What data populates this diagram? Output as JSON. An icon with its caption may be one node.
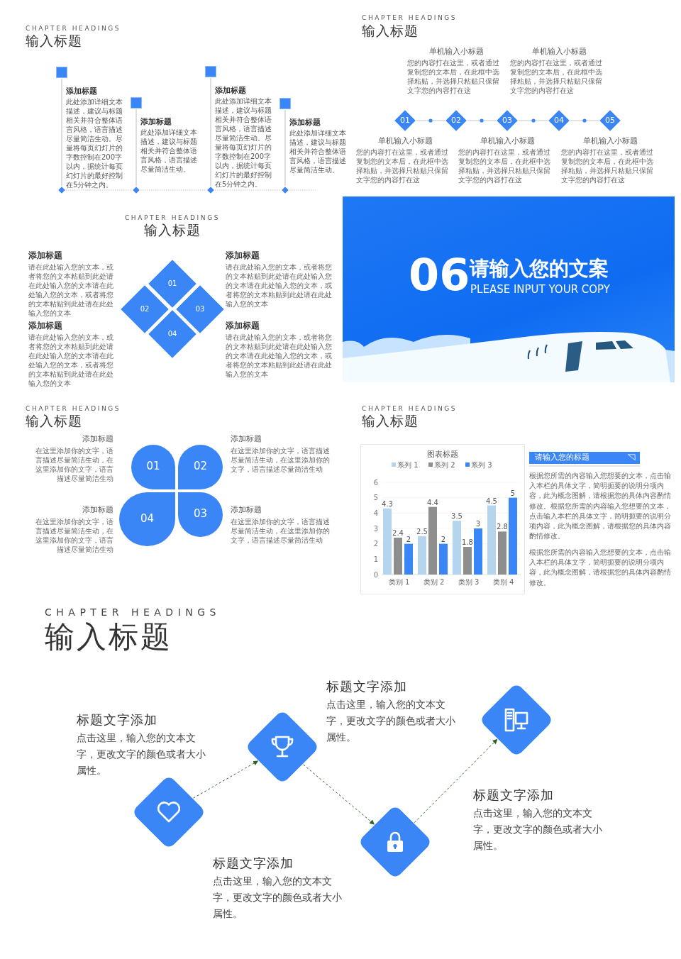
{
  "diagram": {
    "nodes": [
      {
        "text": [],
        "shape": "box",
        "beside": [
          "添加标题",
          "此处添加详细文本描述，建议与标题相关并符合整体语言风格，语言描述尽量简洁生动。尽量将每页幻灯片的字数控制在200字以内，据统计每页幻灯片的最好控制在5分钟之内。"
        ]
      },
      {
        "text": [],
        "shape": "box",
        "beside": [
          "添加标题",
          "此处添加详细文本描述，建议与标题相关并符合整体语言风格，语言描述尽量简洁生动。"
        ]
      },
      {
        "text": [],
        "shape": "box",
        "beside": [
          "添加标题",
          "此处添加详细文本描述，建议与标题相关并符合整体语言风格，语言描述尽量简洁生动。尽量将每页幻灯片的字数控制在200字以内，据统计每页幻灯片的最好控制在5分钟之内。"
        ]
      },
      {
        "text": [],
        "shape": "box",
        "beside": [
          "添加标题",
          "此处添加详细文本描述，建议与标题相关并符合整体语言风格，语言描述尽量简洁生动。"
        ]
      },
      {
        "text": [],
        "shape": "diamond"
      },
      {
        "text": [],
        "shape": "diamond"
      },
      {
        "text": [],
        "shape": "diamond"
      },
      {
        "text": [],
        "shape": "diamond"
      },
      {
        "text": [
          "01"
        ],
        "beside": [
          "单机输入小标题",
          "您的内容打在这里，或者通过复制您的文本后，在此框中选择粘贴，并选择只粘贴只保留文字您的内容打在这"
        ]
      },
      {
        "text": [
          "02"
        ],
        "beside": [
          "单机输入小标题",
          "您的内容打在这里，或者通过复制您的文本后，在此框中选择粘贴，并选择只粘贴只保留文字您的内容打在这"
        ]
      },
      {
        "text": [
          "03"
        ],
        "beside": [
          "单机输入小标题",
          "您的内容打在这里，或者通过复制您的文本后，在此框中选择粘贴，并选择只粘贴只保留文字您的内容打在这"
        ]
      },
      {
        "text": [
          "04"
        ],
        "beside": [
          "单机输入小标题",
          "您的内容打在这里，或者通过复制您的文本后，在此框中选择粘贴，并选择只粘贴只保留文字您的内容打在这"
        ]
      },
      {
        "text": [
          "05"
        ],
        "beside": [
          "单机输入小标题",
          "您的内容打在这里，或者通过复制您的文本后，在此框中选择粘贴，并选择只粘贴只保留文字您的内容打在这"
        ]
      },
      {
        "text": [
          "01"
        ]
      },
      {
        "text": [
          "02"
        ]
      },
      {
        "text": [
          "03"
        ]
      },
      {
        "text": [
          "04"
        ]
      },
      {
        "text": [
          "06",
          "请输入您的文案",
          "PLEASE INPUT YOUR COPY"
        ]
      },
      {
        "text": [
          "01"
        ]
      },
      {
        "text": [
          "02"
        ]
      },
      {
        "text": [
          "04"
        ]
      },
      {
        "text": [
          "03"
        ]
      },
      {
        "text": [
          "请输入您的标题"
        ]
      },
      {
        "text": [],
        "shape": "diamond"
      },
      {
        "text": [],
        "shape": "diamond"
      },
      {
        "text": [],
        "shape": "diamond"
      },
      {
        "text": [],
        "shape": "diamond"
      }
    ],
    "edges": [
      {
        "from": 0,
        "to": 4,
        "arrow": "none"
      },
      {
        "from": 1,
        "to": 5,
        "arrow": "none"
      },
      {
        "from": 2,
        "to": 6,
        "arrow": "none"
      },
      {
        "from": 3,
        "to": 7,
        "arrow": "none"
      },
      {
        "from": 4,
        "to": 5,
        "arrow": "none",
        "style": "dashed"
      },
      {
        "from": 5,
        "to": 6,
        "arrow": "none",
        "style": "dashed"
      },
      {
        "from": 6,
        "to": 7,
        "arrow": "none",
        "style": "dashed"
      },
      {
        "from": 7,
        "to": null,
        "arrow": "none",
        "style": "dashed"
      },
      {
        "from": 8,
        "to": 9,
        "arrow": "none"
      },
      {
        "from": 9,
        "to": 10,
        "arrow": "none"
      },
      {
        "from": 10,
        "to": 11,
        "arrow": "none"
      },
      {
        "from": 11,
        "to": 12,
        "arrow": "none"
      },
      {
        "from": 23,
        "to": 24,
        "arrow": "to",
        "style": "dashed",
        "color": "#2e5e2a"
      },
      {
        "from": 24,
        "to": 25,
        "arrow": "to",
        "style": "dashed",
        "color": "#2e5e2a"
      },
      {
        "from": 25,
        "to": 26,
        "arrow": "to",
        "style": "dashed",
        "color": "#2e5e2a"
      }
    ],
    "labels": [
      "CHAPTER HEADINGS",
      "输入标题",
      "CHAPTER HEADINGS",
      "输入标题",
      "CHAPTER HEADINGS",
      "输入标题",
      "添加标题",
      "请在此处输入您的文本，或者将您的文本粘贴到此处请在此处输入您的文本请在此处输入您的文本，或者将您的文本粘贴到此处请在此处输入您的文本",
      "添加标题",
      "请在此处输入您的文本，或者将您的文本粘贴到此处请在此处输入您的文本请在此处输入您的文本，或者将您的文本粘贴到此处请在此处输入您的文本",
      "添加标题",
      "请在此处输入您的文本，或者将您的文本粘贴到此处请在此处输入您的文本请在此处输入您的文本，或者将您的文本粘贴到此处请在此处输入您的文本",
      "添加标题",
      "请在此处输入您的文本，或者将您的文本粘贴到此处请在此处输入您的文本请在此处输入您的文本，或者将您的文本粘贴到此处请在此处输入您的文本",
      "CHAPTER HEADINGS",
      "输入标题",
      "添加标题",
      "在这里添加你的文字，语言描述尽量简洁生动，在这里添加你的文字，语言描述尽量简洁生动",
      "添加标题",
      "在这里添加你的文字，语言描述尽量简洁生动，在这里添加你的文字，语言描述尽量简洁生动",
      "添加标题",
      "在这里添加你的文字，语言描述尽量简洁生动，在这里添加你的文字，语言描述尽量简洁生动",
      "添加标题",
      "在这里添加你的文字，语言描述尽量简洁生动，在这里添加你的文字，语言描述尽量简洁生动",
      "CHAPTER HEADINGS",
      "输入标题",
      "根据您所需的内容输入您想要的文本，点击输入本栏的具体文字，简明扼要的说明分项内容，此为概念图解，请根据您的具体内容酌情修改。根据您所需的内容输入您想要的文本，点击输入本栏的具体文字，简明扼要的说明分项内容，此为概念图解，请根据您的具体内容酌情修改。",
      "根据您所需的内容输入您想要的文本，点击输入本栏的具体文字，简明扼要的说明分项内容，此为概念图解，请根据您的具体内容酌情修改。",
      "CHAPTER HEADINGS",
      "输入标题",
      "标题文字添加",
      "点击这里，输入您的文本文字，更改文字的颜色或者大小属性。",
      "标题文字添加",
      "点击这里，输入您的文本文字，更改文字的颜色或者大小属性。",
      "标题文字添加",
      "点击这里，输入您的文本文字，更改文字的颜色或者大小属性。",
      "标题文字添加",
      "点击这里，输入您的文本文字，更改文字的颜色或者大小属性。"
    ],
    "chart_data": {
      "type": "bar",
      "title": "图表标题",
      "categories": [
        "类别 1",
        "类别 2",
        "类别 3",
        "类别 4"
      ],
      "series": [
        {
          "name": "系列 1",
          "color": "#b5d5ee",
          "values": [
            4.3,
            2.5,
            3.5,
            4.5
          ]
        },
        {
          "name": "系列 2",
          "color": "#8e8e8e",
          "values": [
            2.4,
            4.4,
            1.8,
            2.8
          ]
        },
        {
          "name": "系列 3",
          "color": "#3b86f7",
          "values": [
            2,
            2,
            3,
            5
          ]
        }
      ],
      "ylim": [
        0,
        6
      ],
      "yticks": [
        0,
        1,
        2,
        3,
        4,
        5,
        6
      ],
      "data_labels": true,
      "legend": "top",
      "grid": true
    }
  }
}
